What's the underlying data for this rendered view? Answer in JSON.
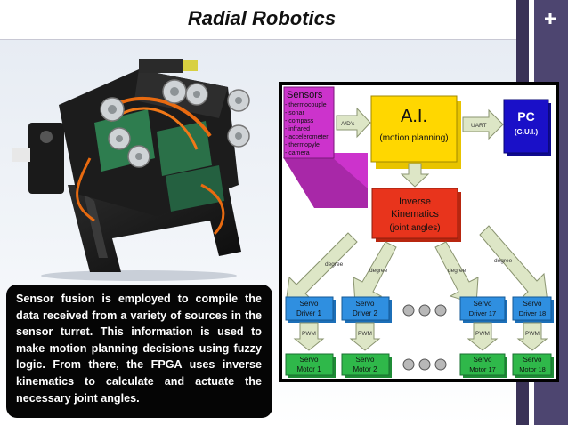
{
  "slide": {
    "title": "Radial Robotics",
    "description": "Sensor fusion is employed to compile the data received from a variety of sources in the sensor turret.  This information is used to make motion planning decisions using fuzzy logic.  From there, the FPGA uses inverse kinematics to calculate and actuate the necessary joint angles."
  },
  "diagram": {
    "sensors": {
      "title": "Sensors",
      "items": [
        "- thermocouple",
        "- sonar",
        "- compass",
        "- infrared",
        "- accelerometer",
        "- thermopyle",
        "- camera"
      ]
    },
    "ad_label": "A/D's",
    "ai": {
      "title": "A.I.",
      "subtitle": "(motion planning)"
    },
    "uart_label": "UART",
    "pc": {
      "title": "PC",
      "subtitle": "(G.U.I.)"
    },
    "ik": {
      "line1": "Inverse",
      "line2": "Kinematics",
      "line3": "(joint angles)"
    },
    "degree_label": "degree",
    "pwm_label": "PWM",
    "servo_label": "Servo",
    "drivers": [
      "Driver 1",
      "Driver 2",
      "Driver 17",
      "Driver 18"
    ],
    "motors": [
      "Motor 1",
      "Motor 2",
      "Motor 17",
      "Motor 18"
    ]
  },
  "colors": {
    "sensors": "#cc33cc",
    "ai": "#ffd700",
    "pc": "#1a10c8",
    "ik": "#e8341c",
    "driver": "#2f8fe0",
    "motor": "#2fb84a",
    "arrow": "#dde6c6",
    "stripe_dark": "#3a3257",
    "stripe_mid": "#4d4570"
  }
}
